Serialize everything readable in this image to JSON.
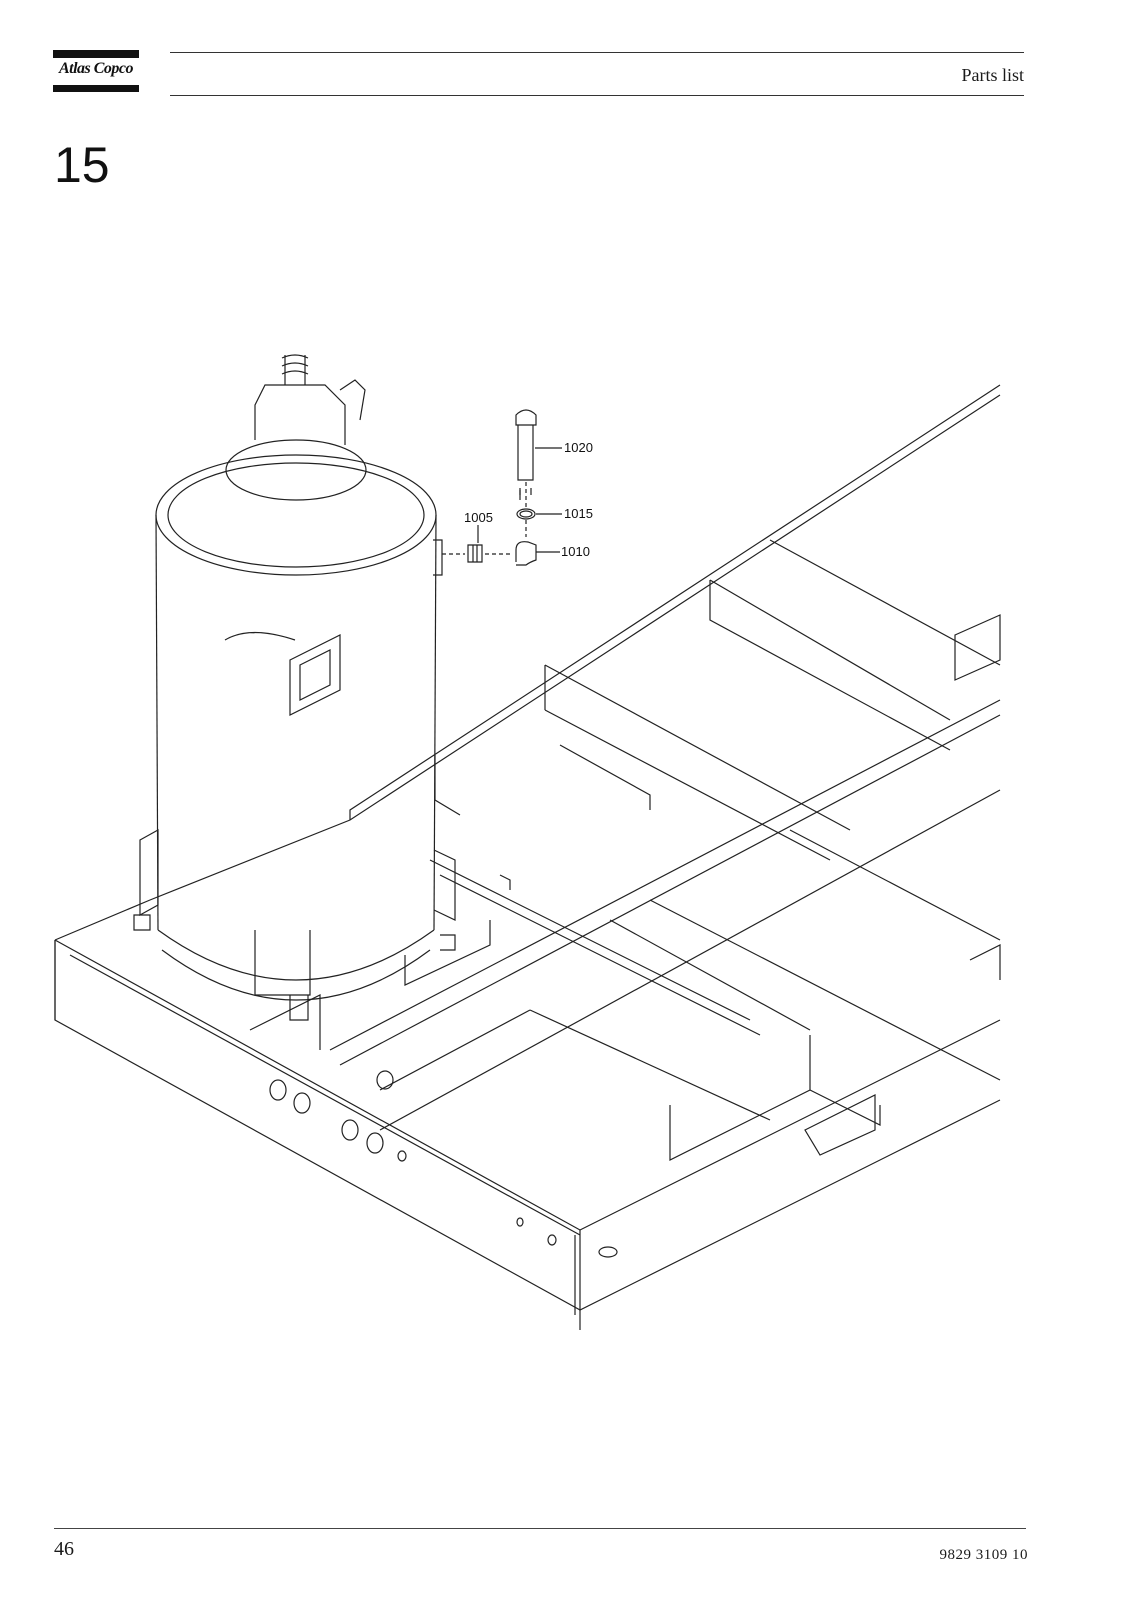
{
  "header": {
    "brand": "Atlas Copco",
    "section_title": "Parts list"
  },
  "figure": {
    "number": "15",
    "callouts": [
      "1020",
      "1015",
      "1005",
      "1010"
    ]
  },
  "footer": {
    "page_number": "46",
    "document_number": "9829  3109  10"
  }
}
